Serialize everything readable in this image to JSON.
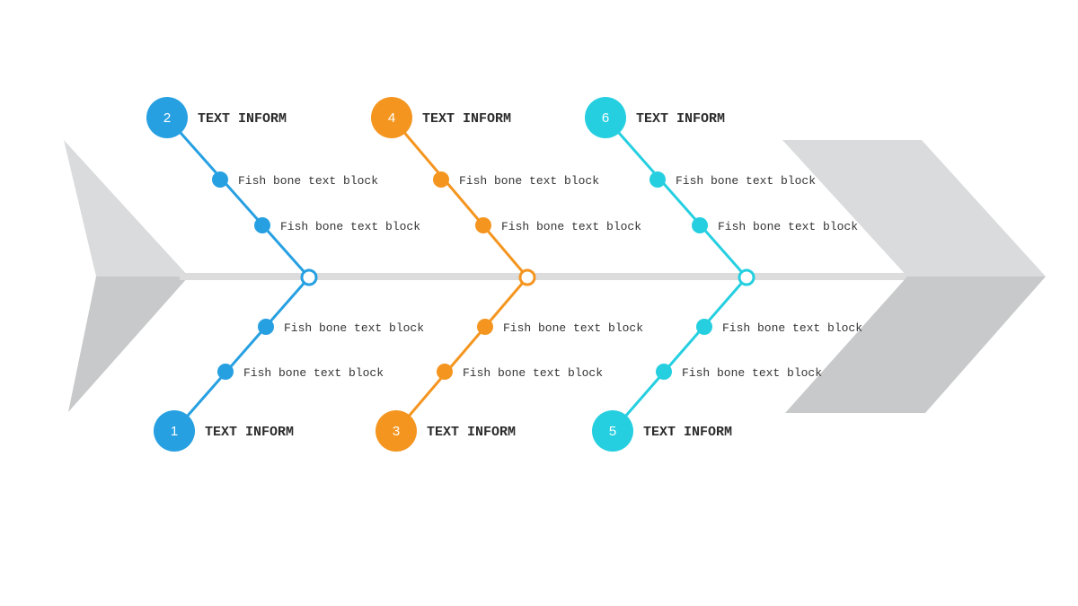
{
  "colors": {
    "background": "#ffffff",
    "shape_light": "#dadbdc",
    "shape_dark": "#c8c9ca",
    "spine": "#dcdcdc",
    "blue": "#27a0e2",
    "orange": "#f4951f",
    "cyan": "#25cfe0",
    "text": "#2b2b2b"
  },
  "bones": [
    {
      "number": "2",
      "title": "TEXT INFORM",
      "color": "#27a0e2",
      "side": "top",
      "items": [
        "Fish bone text block",
        "Fish bone text block"
      ]
    },
    {
      "number": "1",
      "title": "TEXT INFORM",
      "color": "#27a0e2",
      "side": "bottom",
      "items": [
        "Fish bone text block",
        "Fish bone text block"
      ]
    },
    {
      "number": "4",
      "title": "TEXT INFORM",
      "color": "#f4951f",
      "side": "top",
      "items": [
        "Fish bone text block",
        "Fish bone text block"
      ]
    },
    {
      "number": "3",
      "title": "TEXT INFORM",
      "color": "#f4951f",
      "side": "bottom",
      "items": [
        "Fish bone text block",
        "Fish bone text block"
      ]
    },
    {
      "number": "6",
      "title": "TEXT INFORM",
      "color": "#25cfe0",
      "side": "top",
      "items": [
        "Fish bone text block",
        "Fish bone text block"
      ]
    },
    {
      "number": "5",
      "title": "TEXT INFORM",
      "color": "#25cfe0",
      "side": "bottom",
      "items": [
        "Fish bone text block",
        "Fish bone text block"
      ]
    }
  ]
}
